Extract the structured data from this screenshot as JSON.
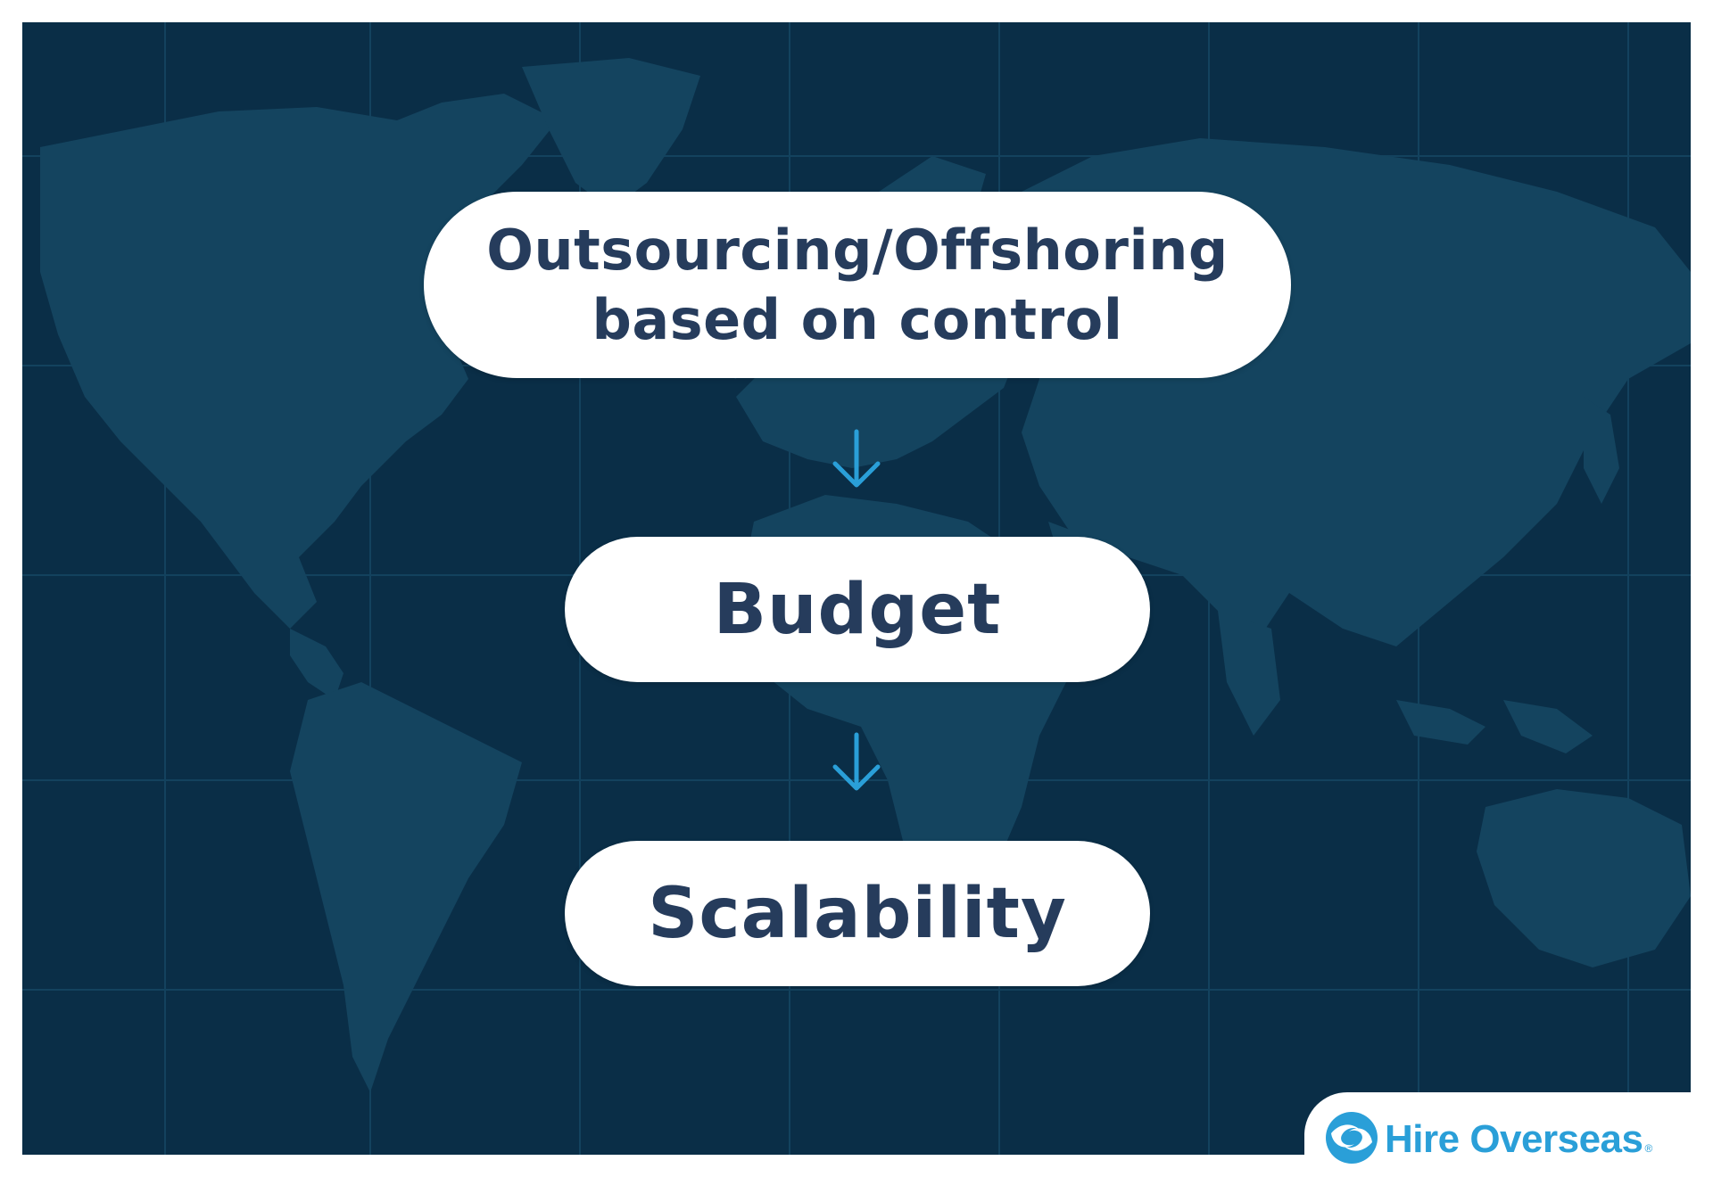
{
  "flow": {
    "step_1_line_1": "Outsourcing/Offshoring",
    "step_1_line_2": "based on control",
    "step_2": "Budget",
    "step_3": "Scalability"
  },
  "brand": {
    "logo_text": "Hire Overseas",
    "registered_mark": "®"
  },
  "icons": {
    "connector": "arrow-down-icon",
    "logo": "wave-logo-icon"
  },
  "colors": {
    "background": "#0a2e47",
    "continents": "#14445f",
    "pill_fill": "#ffffff",
    "pill_text": "#263c5c",
    "arrow": "#2a9fd8",
    "brand": "#2a9fd8"
  }
}
